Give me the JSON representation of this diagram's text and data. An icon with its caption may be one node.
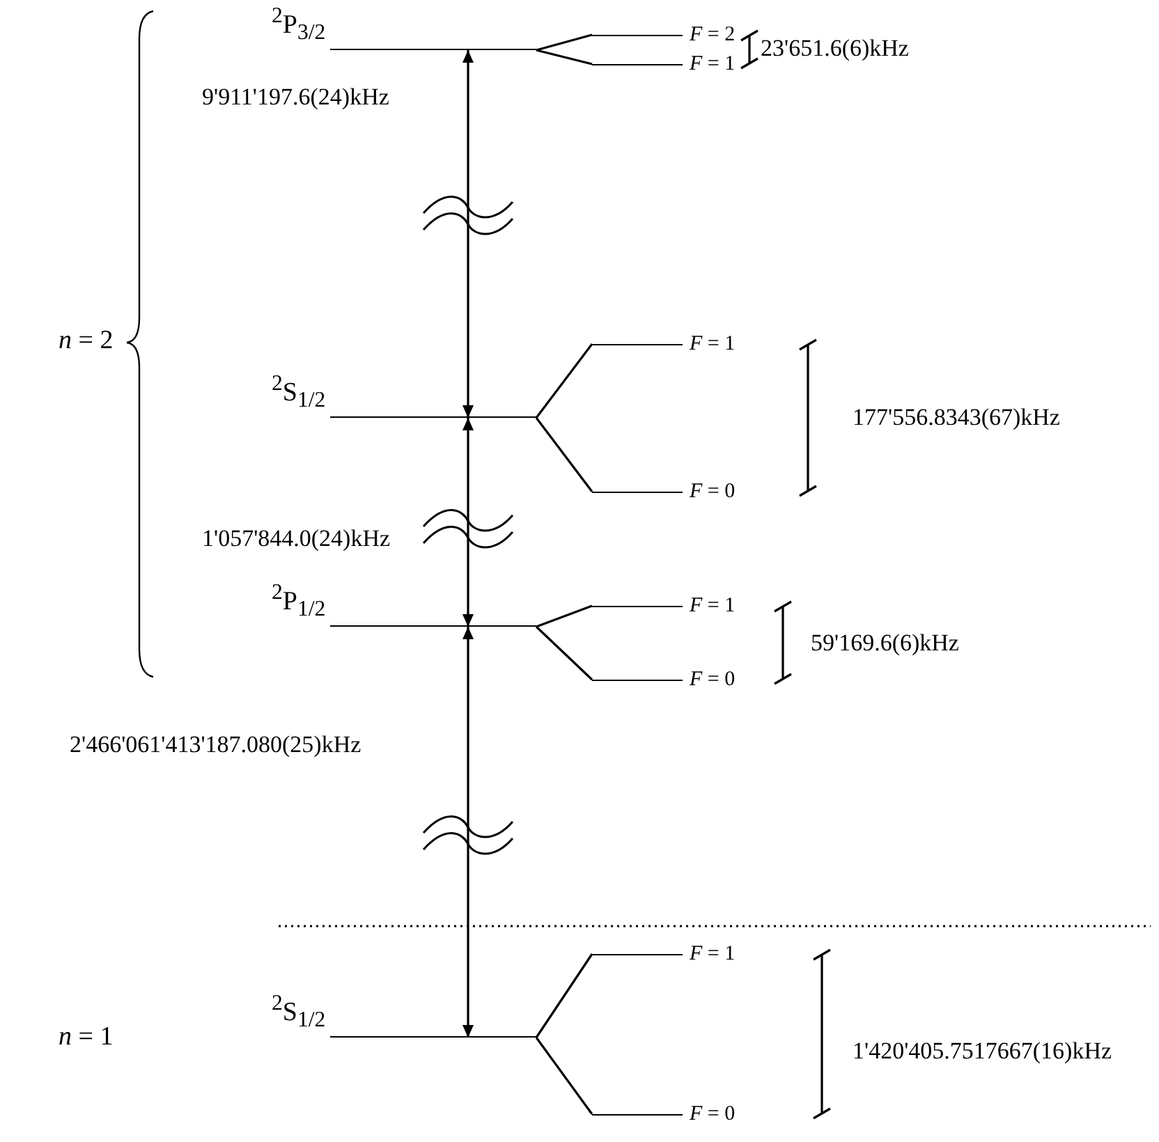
{
  "diagram": {
    "nodes": [
      {
        "text": [
          "$^{2}$P$_{3/2}$"
        ]
      },
      {
        "text": [
          "*F* = 2"
        ]
      },
      {
        "text": [
          "*F* = 1"
        ]
      },
      {
        "text": [
          "$^{2}$S$_{1/2}$"
        ]
      },
      {
        "text": [
          "*F* = 1"
        ]
      },
      {
        "text": [
          "*F* = 0"
        ]
      },
      {
        "text": [
          "$^{2}$P$_{1/2}$"
        ]
      },
      {
        "text": [
          "*F* = 1"
        ]
      },
      {
        "text": [
          "*F* = 0"
        ]
      },
      {
        "text": [
          "$^{2}$S$_{1/2}$"
        ]
      },
      {
        "text": [
          "*F* = 1"
        ]
      },
      {
        "text": [
          "*F* = 0"
        ]
      }
    ],
    "edges": [
      {
        "from": 0,
        "to": 1,
        "arrow": "none"
      },
      {
        "from": 0,
        "to": 2,
        "arrow": "none"
      },
      {
        "from": 0,
        "to": 3,
        "arrow": "both",
        "label": "9'911'197.6(24)kHz"
      },
      {
        "from": 3,
        "to": 4,
        "arrow": "none"
      },
      {
        "from": 3,
        "to": 5,
        "arrow": "none"
      },
      {
        "from": 3,
        "to": 6,
        "arrow": "both",
        "label": "1'057'844.0(24)kHz"
      },
      {
        "from": 6,
        "to": 7,
        "arrow": "none"
      },
      {
        "from": 6,
        "to": 8,
        "arrow": "none"
      },
      {
        "from": 6,
        "to": 9,
        "arrow": "both",
        "label": "2'466'061'413'187.080(25)kHz"
      },
      {
        "from": 9,
        "to": 10,
        "arrow": "none"
      },
      {
        "from": 9,
        "to": 11,
        "arrow": "none"
      }
    ],
    "labels": [
      "23'651.6(6)kHz",
      "*n* = 2",
      "177'556.8343(67)kHz",
      "59'169.6(6)kHz",
      "*n* = 1",
      "1'420'405.7517667(16)kHz"
    ]
  }
}
